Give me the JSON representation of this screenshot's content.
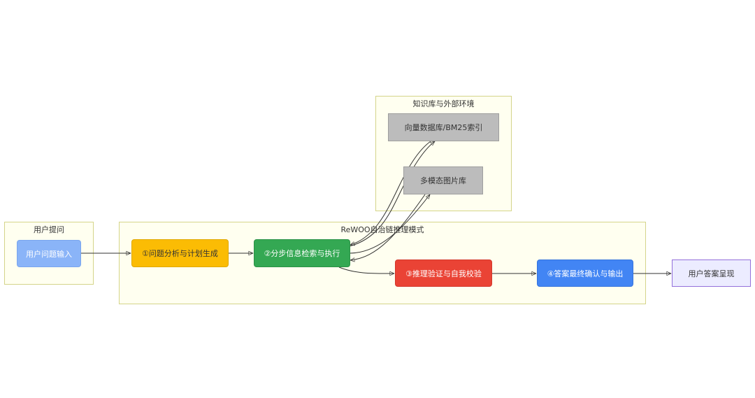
{
  "groups": {
    "user_question": "用户提问",
    "rewoo": "ReWOO自治链推理模式",
    "knowledge": "知识库与外部环境"
  },
  "nodes": {
    "user_input": "用户问题输入",
    "step1": "①问题分析与计划生成",
    "step2": "②分步信息检索与执行",
    "step3": "③推理验证与自我校验",
    "step4": "④答案最终确认与输出",
    "answer": "用户答案呈现",
    "vector_db": "向量数据库/BM25索引",
    "image_db": "多模态图片库"
  },
  "colors": {
    "group_fill": "#fffff0",
    "group_border": "#d4d48a",
    "user_input": "#8ab4f8",
    "step1": "#fbbc04",
    "step2": "#34a853",
    "step3": "#ea4335",
    "step4": "#4285f4",
    "answer": "#ececff",
    "kb_node": "#bcbcbc"
  }
}
